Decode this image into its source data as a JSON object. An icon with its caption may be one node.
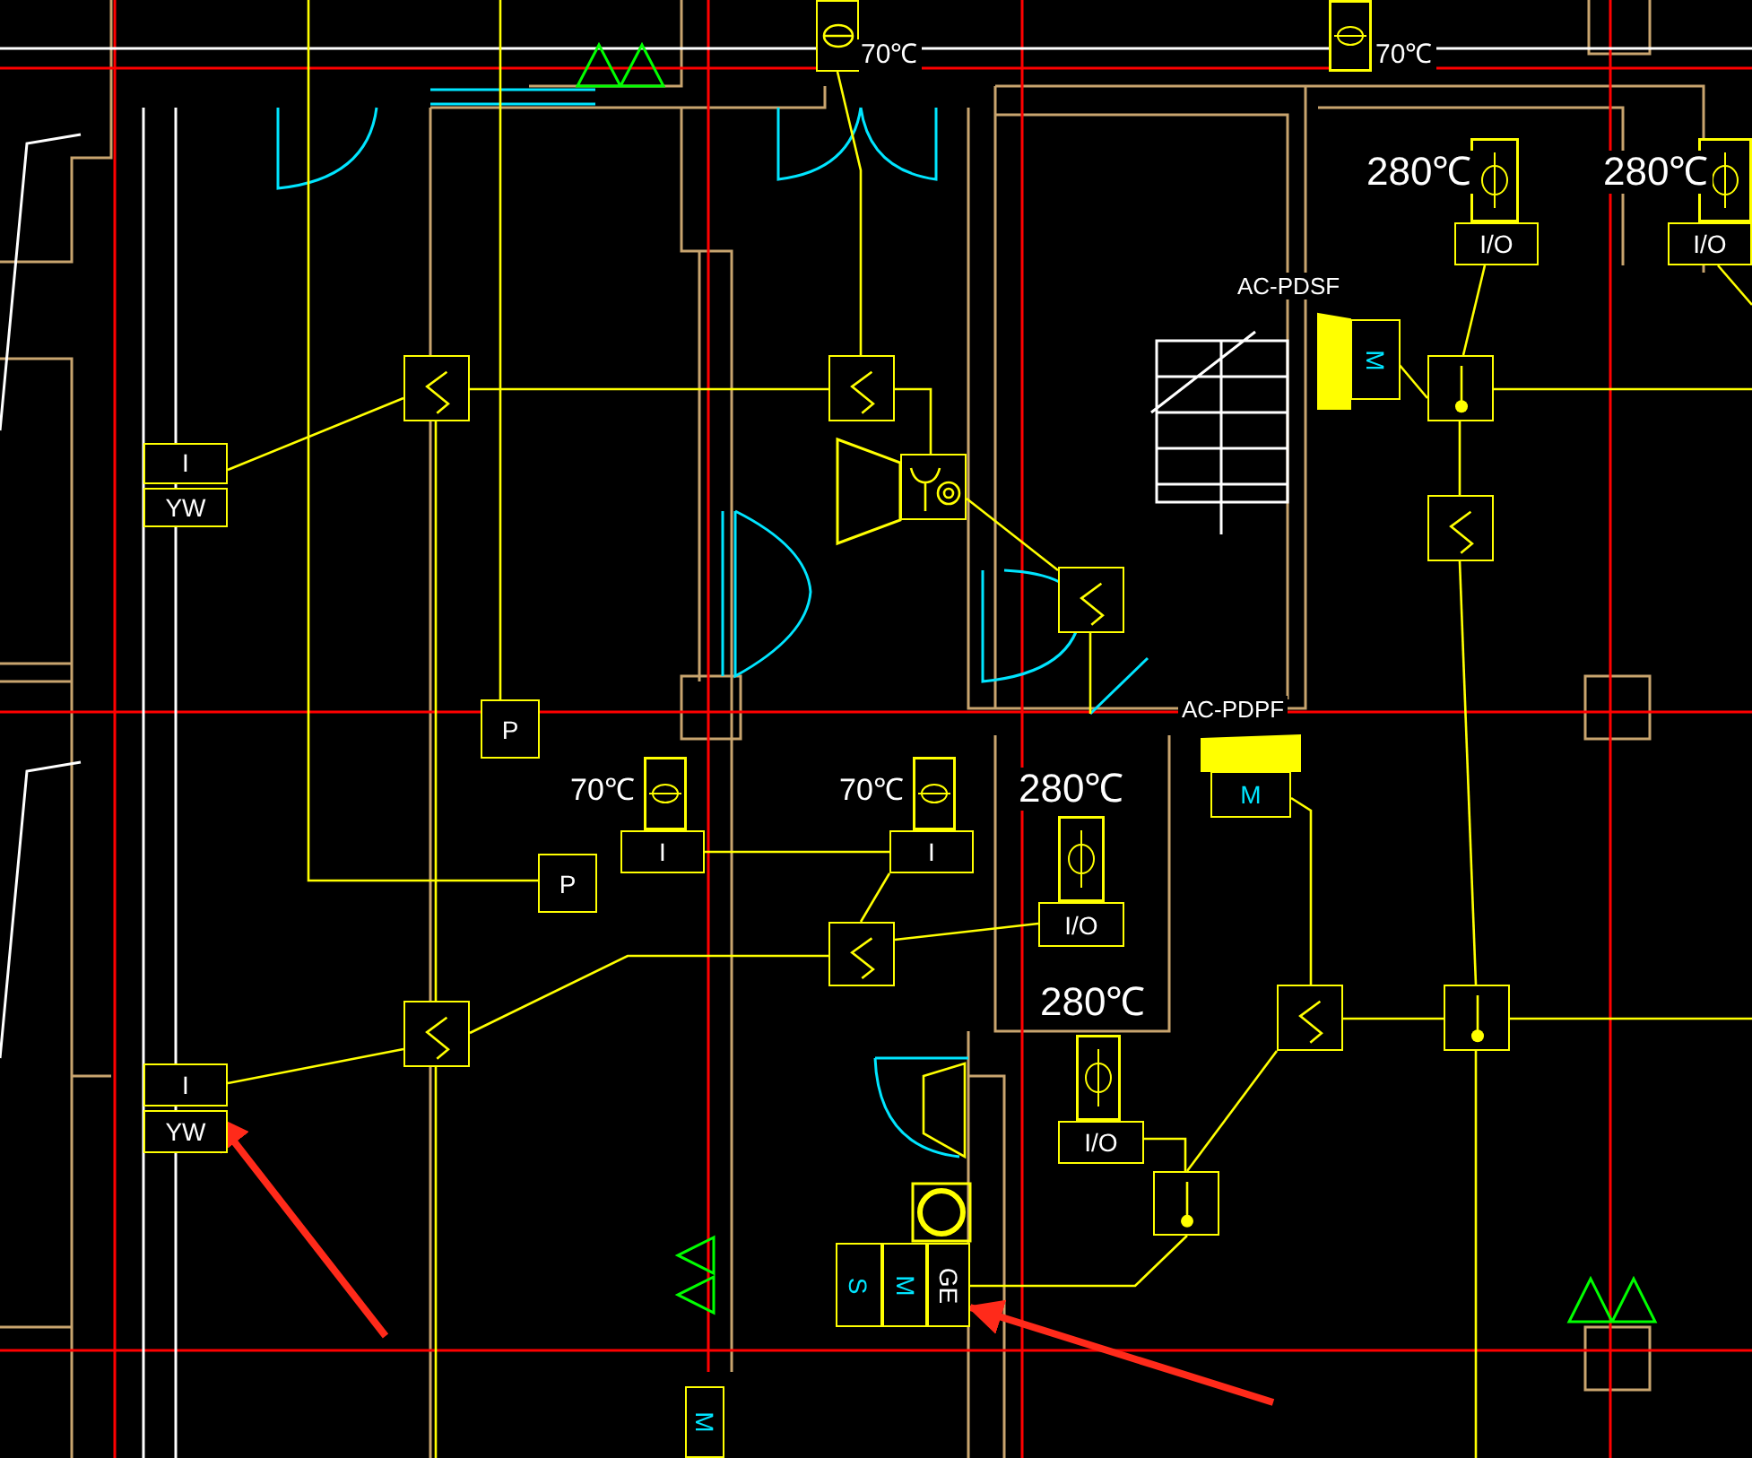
{
  "diagram": {
    "nodes": [
      {
        "text": [
          "I",
          "YW"
        ]
      },
      {
        "text": [
          "I",
          "YW"
        ]
      },
      {
        "text": [
          "P"
        ]
      },
      {
        "text": [
          "P"
        ]
      },
      {
        "text": [
          "I"
        ],
        "beside": [
          "70℃"
        ]
      },
      {
        "text": [
          "I"
        ],
        "beside": [
          "70℃"
        ]
      },
      {
        "text": [
          "I/O"
        ]
      },
      {
        "text": [
          "I/O"
        ]
      },
      {
        "text": [
          "I/O"
        ]
      },
      {
        "text": [
          "I/O"
        ]
      },
      {
        "text": [
          "M"
        ]
      },
      {
        "text": [
          "M"
        ]
      },
      {
        "text": [
          "GE"
        ]
      },
      {
        "text": [
          "M"
        ]
      },
      {
        "text": [
          "S"
        ]
      },
      {
        "text": [
          "M"
        ]
      },
      {
        "text": [],
        "shape": "box"
      },
      {
        "text": [],
        "shape": "box"
      },
      {
        "text": [],
        "shape": "box"
      },
      {
        "text": [],
        "shape": "box"
      },
      {
        "text": [],
        "shape": "box"
      },
      {
        "text": [],
        "shape": "box"
      },
      {
        "text": [],
        "shape": "box"
      },
      {
        "text": [],
        "shape": "box"
      },
      {
        "text": [],
        "shape": "box"
      },
      {
        "text": [],
        "shape": "box"
      },
      {
        "text": [],
        "shape": "box"
      },
      {
        "text": [],
        "shape": "box"
      }
    ],
    "edges": [
      {
        "from": 0,
        "to": 16,
        "arrow": "none"
      },
      {
        "from": 16,
        "to": 17,
        "arrow": "none"
      },
      {
        "from": 16,
        "to": 21,
        "arrow": "none"
      },
      {
        "from": 21,
        "to": 1,
        "arrow": "none"
      },
      {
        "from": 21,
        "to": 20,
        "arrow": "none"
      },
      {
        "from": 17,
        "to": 26,
        "arrow": "none"
      },
      {
        "from": 26,
        "to": 18,
        "arrow": "none"
      },
      {
        "from": 20,
        "to": 6,
        "arrow": "none"
      },
      {
        "from": 5,
        "to": 20,
        "arrow": "none"
      },
      {
        "from": 4,
        "to": 5,
        "arrow": "none"
      },
      {
        "from": 27,
        "to": 17,
        "arrow": "none"
      },
      {
        "from": 8,
        "to": 23,
        "arrow": "none"
      },
      {
        "from": 10,
        "to": 23,
        "arrow": "none"
      },
      {
        "from": 23,
        "to": 19,
        "arrow": "none"
      },
      {
        "from": 23,
        "to": null,
        "arrow": "none"
      },
      {
        "from": 19,
        "to": 24,
        "arrow": "none"
      },
      {
        "from": 22,
        "to": 24,
        "arrow": "none"
      },
      {
        "from": 24,
        "to": null,
        "arrow": "none"
      },
      {
        "from": 24,
        "to": null,
        "arrow": "none"
      },
      {
        "from": 11,
        "to": 22,
        "arrow": "none"
      },
      {
        "from": 22,
        "to": 25,
        "arrow": "none"
      },
      {
        "from": 7,
        "to": 25,
        "arrow": "none"
      },
      {
        "from": 25,
        "to": 12,
        "arrow": "none"
      },
      {
        "from": 2,
        "to": null,
        "arrow": "none"
      },
      {
        "from": 3,
        "to": null,
        "arrow": "none"
      },
      {
        "from": 9,
        "to": null,
        "arrow": "none"
      },
      {
        "from": 21,
        "to": null,
        "arrow": "none"
      },
      {
        "from": 18,
        "to": null,
        "arrow": "none"
      },
      {
        "from": null,
        "to": 1,
        "arrow": "to",
        "style": "thick",
        "color": "#ff2a1a"
      },
      {
        "from": null,
        "to": 12,
        "arrow": "to",
        "style": "thick",
        "color": "#ff2a1a"
      }
    ],
    "labels": [
      "70℃",
      "70℃",
      "280℃",
      "280℃",
      "AC-PDSF",
      "AC-PDPF",
      "280℃",
      "280℃"
    ]
  }
}
